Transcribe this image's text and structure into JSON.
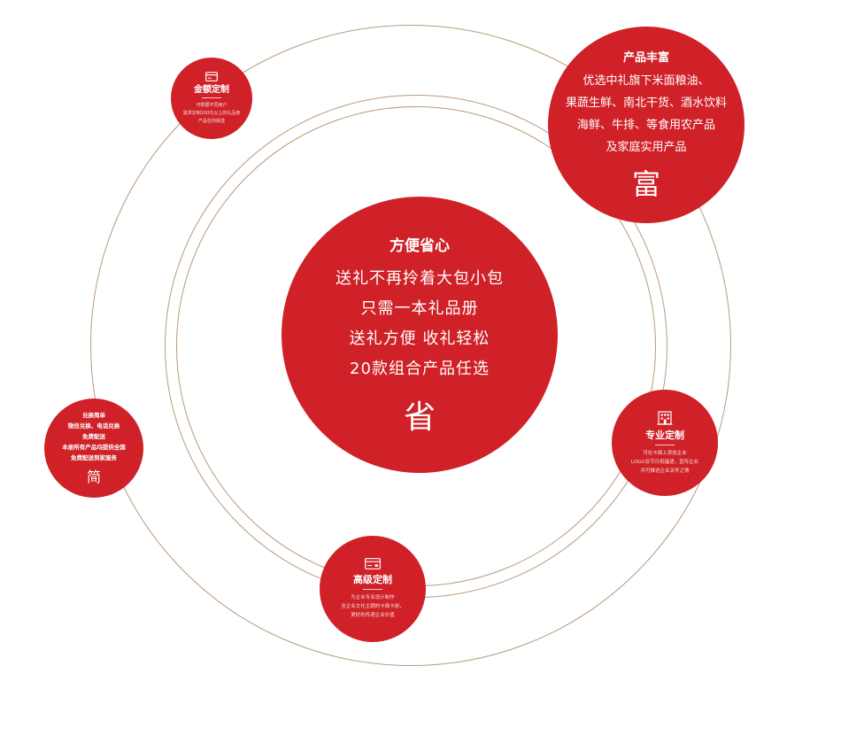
{
  "colors": {
    "bubble": "#cf2127",
    "ring": "#b89a7c",
    "text": "#ffffff",
    "background": "#ffffff"
  },
  "center": {
    "title": "方便省心",
    "lines": [
      "送礼不再拎着大包小包",
      "只需一本礼品册",
      "送礼方便  收礼轻松",
      "20款组合产品任选"
    ],
    "char": "省"
  },
  "rich": {
    "title": "产品丰富",
    "lines": [
      "优选中礼旗下米面粮油、",
      "果蔬生鲜、南北干货、酒水饮料",
      "海鲜、牛排、等食用农产品",
      "及家庭实用产品"
    ],
    "char": "富"
  },
  "amount": {
    "icon": "card-icon",
    "title": "金额定制",
    "lines": [
      "可根据不同用户",
      "需求定制100元以上的礼品册",
      "产品任你挑选"
    ]
  },
  "simple": {
    "lines": [
      "兑换简单",
      "微信兑换、电话兑换",
      "免费配送",
      "本册所有产品均提供全国",
      "免费配送到家服务"
    ],
    "char": "简"
  },
  "pro": {
    "icon": "building-icon",
    "title": "专业定制",
    "lines": [
      "可在卡面上添加企业",
      "LOGO及节日祝福语，宣传企业",
      "并可推进企业关怀之情"
    ]
  },
  "premium": {
    "icon": "card-icon",
    "title": "高级定制",
    "lines": [
      "为企业专业设计制作",
      "含企业文化主题的卡面卡册，",
      "更好的传递企业价值"
    ]
  }
}
